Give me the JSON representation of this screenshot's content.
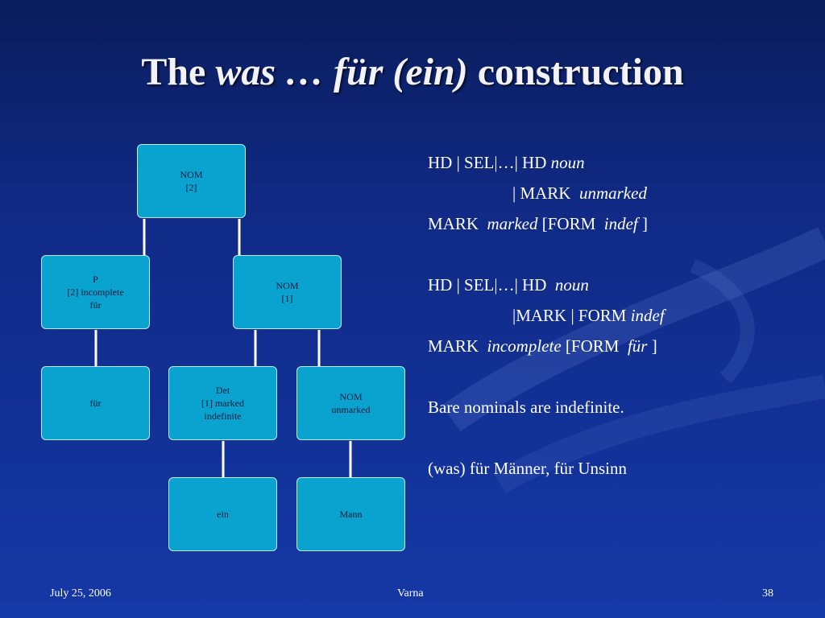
{
  "slide": {
    "title_pre": "The ",
    "title_em": "was … für (ein)",
    "title_post": " construction"
  },
  "tree": {
    "nodes": [
      {
        "id": "nom2",
        "text": "NOM\n[2]"
      },
      {
        "id": "p",
        "text": "P\n[2] incomplete\nfür"
      },
      {
        "id": "nom1",
        "text": "NOM\n[1]"
      },
      {
        "id": "fur",
        "text": "für"
      },
      {
        "id": "det",
        "text": "Det\n[1] marked\nindefinite"
      },
      {
        "id": "nomu",
        "text": "NOM\nunmarked"
      },
      {
        "id": "ein",
        "text": "ein"
      },
      {
        "id": "mann",
        "text": "Mann"
      }
    ]
  },
  "notes": {
    "l1a": "HD | SEL|…| HD ",
    "l1b": "noun",
    "l2a": "                    | MARK  ",
    "l2b": "unmarked",
    "l3a": "MARK  ",
    "l3b": "marked",
    "l3c": " [FORM  ",
    "l3d": "indef",
    "l3e": " ]",
    "l4a": "HD | SEL|…| HD  ",
    "l4b": "noun",
    "l5a": "                    |MARK | FORM ",
    "l5b": "indef",
    "l6a": "MARK  ",
    "l6b": "incomplete",
    "l6c": " [FORM  ",
    "l6d": "für",
    "l6e": " ]",
    "l7": "Bare nominals are indefinite.",
    "l8": "(was) für Männer, für Unsinn"
  },
  "footer": {
    "date": "July 25, 2006",
    "place": "Varna",
    "page": "38"
  }
}
